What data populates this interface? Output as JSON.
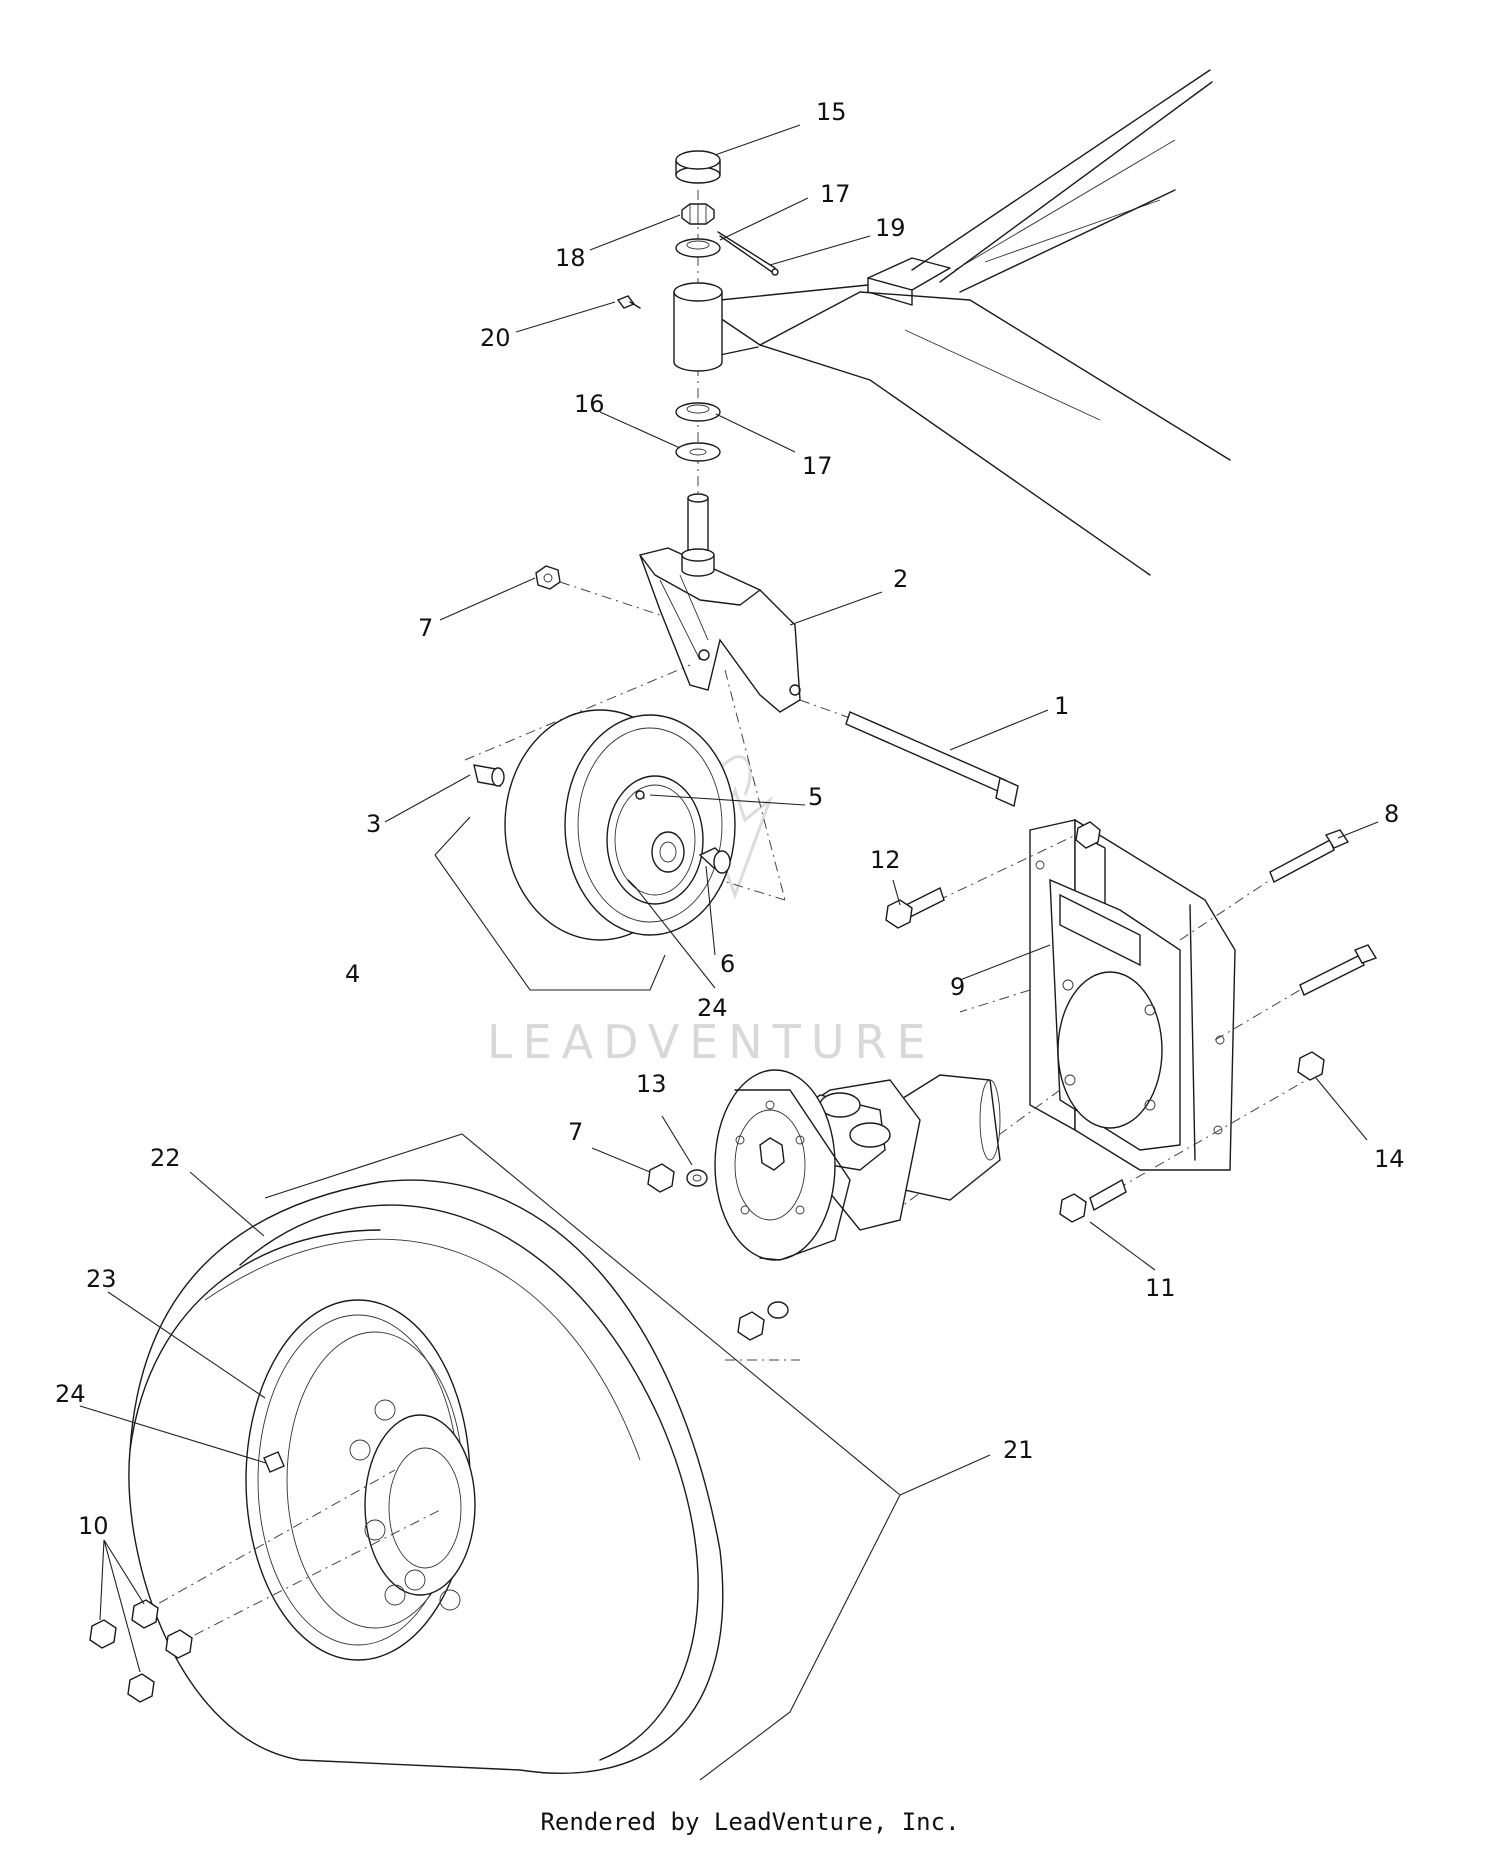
{
  "callouts": [
    {
      "id": "c15a",
      "label": "15"
    },
    {
      "id": "c17a",
      "label": "17"
    },
    {
      "id": "c18",
      "label": "18"
    },
    {
      "id": "c19",
      "label": "19"
    },
    {
      "id": "c20",
      "label": "20"
    },
    {
      "id": "c16",
      "label": "16"
    },
    {
      "id": "c17b",
      "label": "17"
    },
    {
      "id": "c2",
      "label": "2"
    },
    {
      "id": "c7a",
      "label": "7"
    },
    {
      "id": "c1",
      "label": "1"
    },
    {
      "id": "c5",
      "label": "5"
    },
    {
      "id": "c3",
      "label": "3"
    },
    {
      "id": "c8",
      "label": "8"
    },
    {
      "id": "c12",
      "label": "12"
    },
    {
      "id": "c9",
      "label": "9"
    },
    {
      "id": "c6",
      "label": "6"
    },
    {
      "id": "c4",
      "label": "4"
    },
    {
      "id": "c24a",
      "label": "24"
    },
    {
      "id": "c13",
      "label": "13"
    },
    {
      "id": "c7b",
      "label": "7"
    },
    {
      "id": "c14",
      "label": "14"
    },
    {
      "id": "c22",
      "label": "22"
    },
    {
      "id": "c11",
      "label": "11"
    },
    {
      "id": "c23",
      "label": "23"
    },
    {
      "id": "c24b",
      "label": "24"
    },
    {
      "id": "c21",
      "label": "21"
    },
    {
      "id": "c10",
      "label": "10"
    }
  ],
  "watermark": {
    "text": "LEADVENTURE"
  },
  "footer": {
    "text": "Rendered by LeadVenture, Inc."
  }
}
